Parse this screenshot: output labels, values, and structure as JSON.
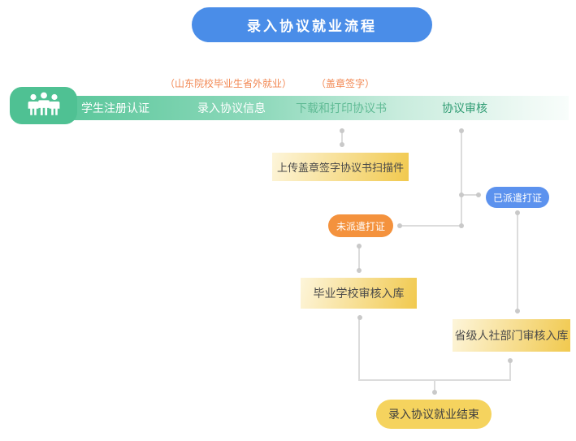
{
  "header": {
    "title": "录入协议就业流程"
  },
  "flow_bar": {
    "icon": "people-group-icon",
    "steps": [
      {
        "label": "学生注册认证"
      },
      {
        "label": "录入协议信息"
      },
      {
        "label": "下载和打印协议书"
      },
      {
        "label": "协议审核"
      }
    ],
    "annotations": [
      {
        "label": "（山东院校毕业生省外就业）"
      },
      {
        "label": "（盖章签字）"
      }
    ]
  },
  "nodes": {
    "upload_scan": {
      "label": "上传盖章签字协议书扫描件"
    },
    "dispatched": {
      "label": "已派遣打证"
    },
    "not_dispatched": {
      "label": "未派遣打证"
    },
    "school_review": {
      "label": "毕业学校审核入库"
    },
    "provincial_review": {
      "label": "省级人社部门审核入库"
    },
    "end": {
      "label": "录入协议就业结束"
    }
  },
  "colors": {
    "banner_blue": "#4a8de8",
    "bar_green": "#53c496",
    "annotation_orange": "#f28752",
    "box_gold": "#f1c94e",
    "pill_blue": "#5c92ee",
    "pill_orange": "#f4923d",
    "pill_yellow": "#f5d35e",
    "connector_gray": "#dcdcdc"
  }
}
